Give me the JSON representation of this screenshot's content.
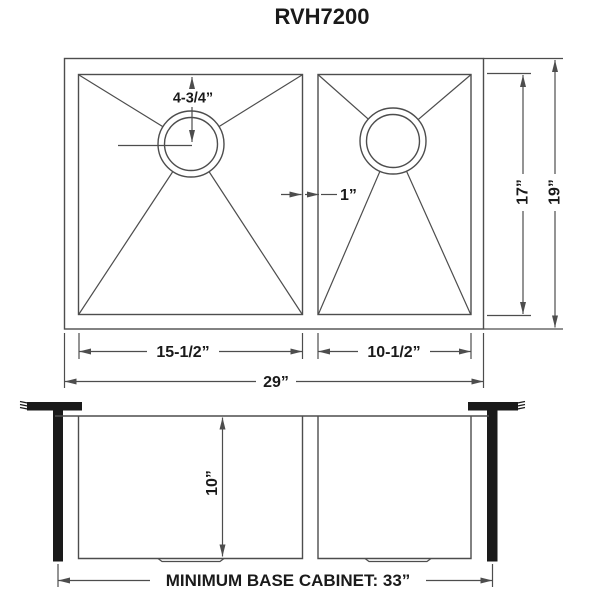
{
  "title": "RVH7200",
  "colors": {
    "ink": "#1a1a1a",
    "line": "#4d4d4d",
    "background": "#ffffff"
  },
  "top_view": {
    "dims": {
      "drain_offset": "4-3/4”",
      "divider_width": "1”",
      "left_bowl_width": "15-1/2”",
      "right_bowl_width": "10-1/2”",
      "overall_width": "29”",
      "bowl_front_to_back": "17”",
      "overall_front_to_back": "19”"
    }
  },
  "side_view": {
    "dims": {
      "bowl_depth": "10”",
      "min_base_cabinet": "MINIMUM BASE CABINET: 33”"
    }
  }
}
